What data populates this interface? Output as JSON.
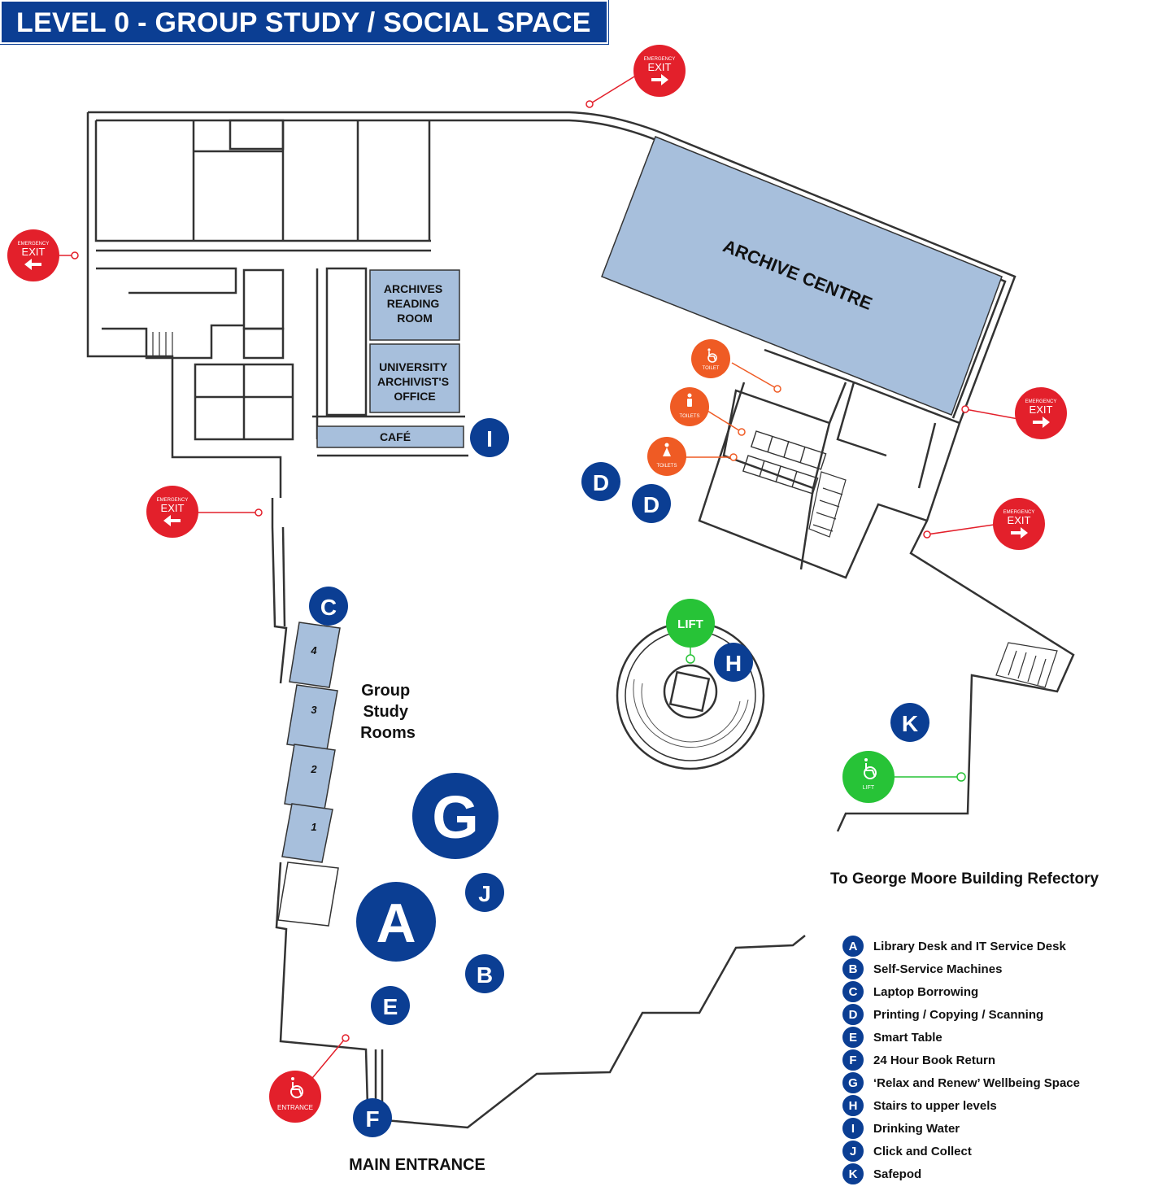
{
  "title": "LEVEL 0 - GROUP STUDY / SOCIAL SPACE",
  "colors": {
    "brand_blue": "#0b3e93",
    "room_fill": "#a7bfdc",
    "exit_red": "#e3202b",
    "toilet_orange": "#ef5b24",
    "lift_green": "#27c337",
    "wall": "#333333"
  },
  "rooms": {
    "archive_centre": "ARCHIVE CENTRE",
    "archives_reading_room": [
      "ARCHIVES",
      "READING",
      "ROOM"
    ],
    "university_archivists_office": [
      "UNIVERSITY",
      "ARCHIVIST'S",
      "OFFICE"
    ],
    "cafe": "CAFÉ",
    "group_study_rooms": [
      "Group",
      "Study",
      "Rooms"
    ],
    "study_room_numbers": [
      "4",
      "3",
      "2",
      "1"
    ]
  },
  "labels": {
    "main_entrance": "MAIN ENTRANCE",
    "to_refectory": "To George Moore Building Refectory"
  },
  "exits": {
    "emergency": "EMERGENCY",
    "exit": "EXIT"
  },
  "toilets": {
    "toilet": "TOILET",
    "toilets": "TOILETS"
  },
  "lift": {
    "main": "LIFT",
    "accessible": "LIFT"
  },
  "entrance_badge": "ENTRANCE",
  "markers": [
    "A",
    "B",
    "C",
    "D",
    "D",
    "E",
    "F",
    "G",
    "H",
    "I",
    "J",
    "K"
  ],
  "legend": [
    {
      "key": "A",
      "text": "Library Desk and IT Service Desk"
    },
    {
      "key": "B",
      "text": "Self-Service Machines"
    },
    {
      "key": "C",
      "text": "Laptop Borrowing"
    },
    {
      "key": "D",
      "text": "Printing / Copying / Scanning"
    },
    {
      "key": "E",
      "text": "Smart Table"
    },
    {
      "key": "F",
      "text": "24 Hour Book Return"
    },
    {
      "key": "G",
      "text": "‘Relax and Renew’ Wellbeing Space"
    },
    {
      "key": "H",
      "text": "Stairs to upper levels"
    },
    {
      "key": "I",
      "text": "Drinking Water"
    },
    {
      "key": "J",
      "text": "Click and Collect"
    },
    {
      "key": "K",
      "text": "Safepod"
    }
  ]
}
